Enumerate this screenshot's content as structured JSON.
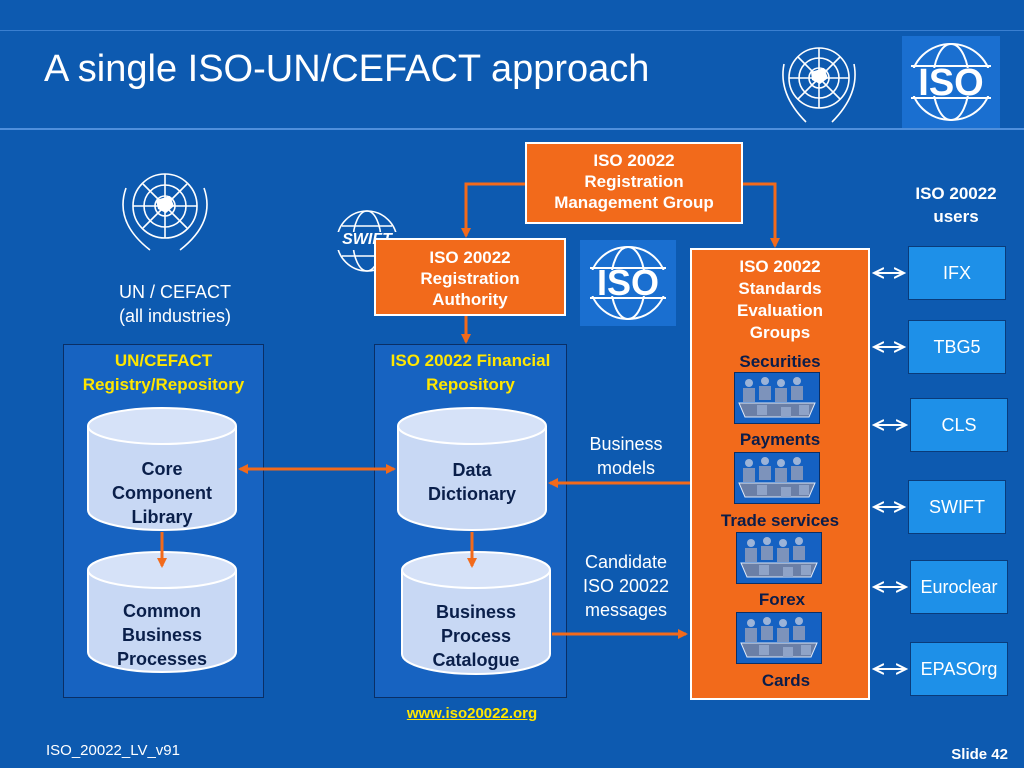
{
  "title": "A single ISO-UN/CEFACT approach",
  "logos": {
    "un_top": "un-emblem",
    "iso_top": "ISO",
    "un_left": "un-emblem",
    "swift": "SWIFT",
    "iso_mid": "ISO"
  },
  "un_label": {
    "line1": "UN / CEFACT",
    "line2": "(all industries)"
  },
  "rmg": {
    "line1": "ISO 20022",
    "line2": "Registration",
    "line3": "Management Group"
  },
  "ra": {
    "line1": "ISO 20022",
    "line2": "Registration",
    "line3": "Authority"
  },
  "left_panel": {
    "title1": "UN/CEFACT",
    "title2": "Registry/Repository",
    "cyl1": [
      "Core",
      "Component",
      "Library"
    ],
    "cyl2": [
      "Common",
      "Business",
      "Processes"
    ]
  },
  "mid_panel": {
    "title1": "ISO 20022 Financial",
    "title2": "Repository",
    "cyl1": [
      "Data",
      "Dictionary"
    ],
    "cyl2": [
      "Business",
      "Process",
      "Catalogue"
    ]
  },
  "business_models": [
    "Business",
    "models"
  ],
  "candidate": [
    "Candidate",
    "ISO 20022",
    "messages"
  ],
  "seg": {
    "line1": "ISO 20022",
    "line2": "Standards",
    "line3": "Evaluation",
    "line4": "Groups",
    "groups": [
      "Securities",
      "Payments",
      "Trade services",
      "Forex",
      "Cards"
    ]
  },
  "users_title": [
    "ISO 20022",
    "users"
  ],
  "users": [
    "IFX",
    "TBG5",
    "CLS",
    "SWIFT",
    "Euroclear",
    "EPASOrg"
  ],
  "url": "www.iso20022.org",
  "footer_left": "ISO_20022_LV_v91",
  "footer_right": "Slide 42",
  "colors": {
    "background": "#0d5ab0",
    "orange": "#f26a1b",
    "yellow": "#ffe600",
    "cylinder": "#c8d8f4",
    "user_box": "#1e90e8"
  }
}
